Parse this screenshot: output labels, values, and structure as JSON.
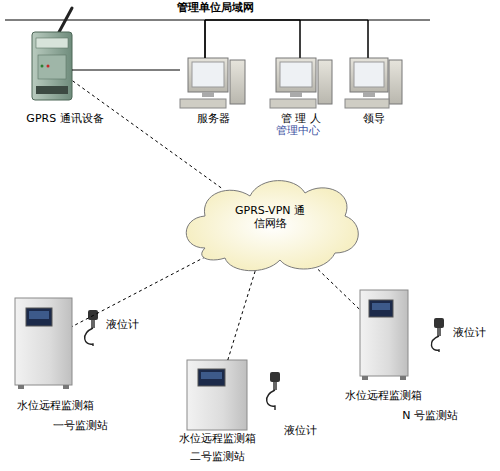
{
  "diagram": {
    "nodes": [
      {
        "text": [
          "GPRS 通讯设备"
        ]
      },
      {
        "text": [
          "服务器"
        ]
      },
      {
        "text": [
          "管 理 人"
        ]
      },
      {
        "text": [
          "领导"
        ]
      },
      {
        "text": [
          "GPRS-VPN 通信网络"
        ]
      },
      {
        "text": [
          "水位远程监测箱",
          "一号监测站"
        ]
      },
      {
        "text": [
          "液位计"
        ]
      },
      {
        "text": [
          "水位远程监测箱",
          "二号监测站"
        ]
      },
      {
        "text": [
          "液位计"
        ]
      },
      {
        "text": [
          "水位远程监测箱",
          "N 号监测站"
        ]
      },
      {
        "text": [
          "液位计"
        ]
      }
    ],
    "edges": [
      {
        "from": 4,
        "to": 0,
        "arrow": "none"
      },
      {
        "from": 0,
        "to": 1,
        "arrow": "none"
      },
      {
        "from": 1,
        "to": 2,
        "arrow": "none"
      },
      {
        "from": 1,
        "to": 3,
        "arrow": "none"
      },
      {
        "from": 4,
        "to": 5,
        "arrow": "none"
      },
      {
        "from": 4,
        "to": 7,
        "arrow": "none"
      },
      {
        "from": 4,
        "to": 9,
        "arrow": "none"
      }
    ],
    "labels": [
      "管理单位局域网",
      "管理中心"
    ]
  }
}
